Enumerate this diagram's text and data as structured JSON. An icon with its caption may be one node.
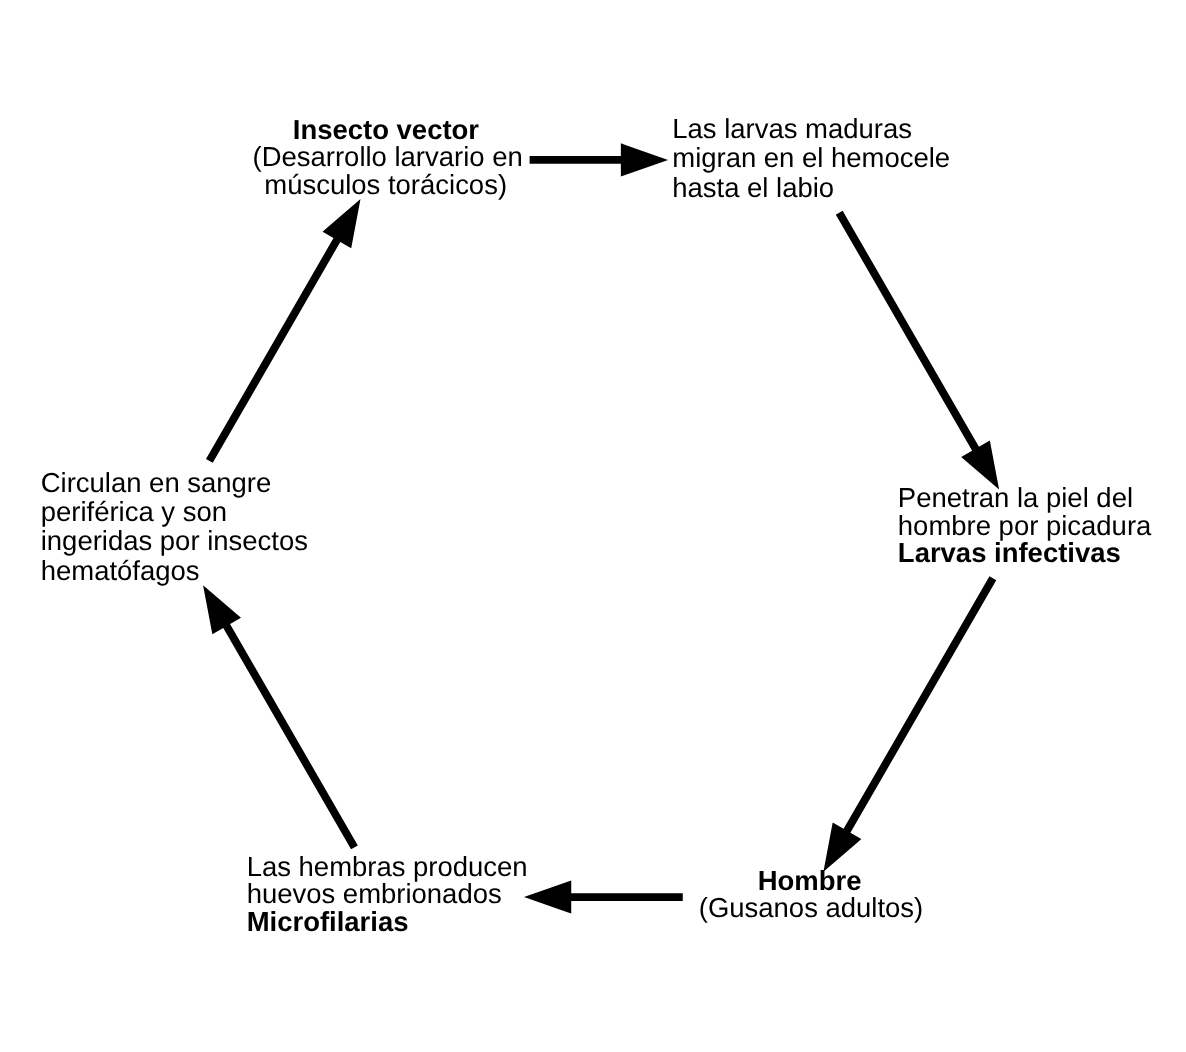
{
  "diagram": {
    "nodes": [
      {
        "text": [
          "Hombre",
          "(Gusanos adultos)"
        ]
      },
      {
        "text": [
          "Las hembras producen huevos embrionados",
          "Microfilarias"
        ]
      },
      {
        "text": [
          "Circulan en sangre periférica y son ingeridas por insectos hematófagos"
        ]
      },
      {
        "text": [
          "Insecto vector",
          "(Desarrollo larvario en músculos torácicos)"
        ]
      },
      {
        "text": [
          "Las larvas maduras migran en el hemocele hasta el labio"
        ]
      },
      {
        "text": [
          "Penetran la piel del hombre por picadura",
          "Larvas infectivas"
        ]
      }
    ],
    "edges": [
      {
        "from": 0,
        "to": 1,
        "arrow": "to"
      },
      {
        "from": 1,
        "to": 2,
        "arrow": "to"
      },
      {
        "from": 2,
        "to": 3,
        "arrow": "to"
      },
      {
        "from": 3,
        "to": 4,
        "arrow": "to"
      },
      {
        "from": 4,
        "to": 5,
        "arrow": "to"
      },
      {
        "from": 5,
        "to": 0,
        "arrow": "to"
      }
    ]
  }
}
